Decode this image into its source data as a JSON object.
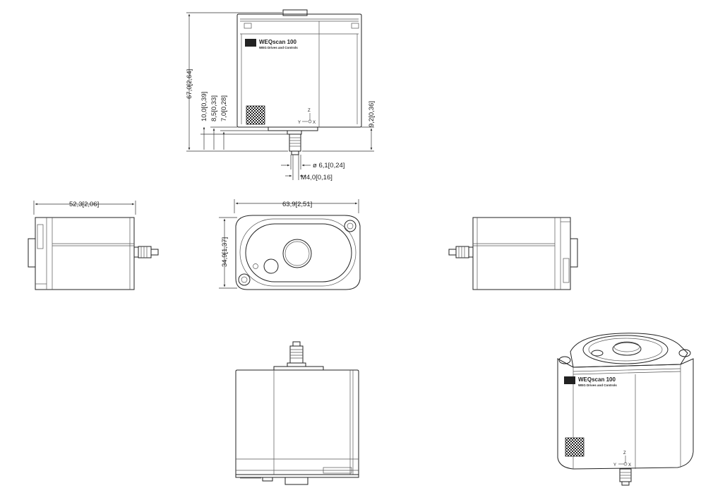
{
  "product": {
    "model_label": "WEQscan 100",
    "brand_label": "WEG Drives and Controls"
  },
  "dimensions": {
    "height_total": "67,0[2,64]",
    "dim_10": "10,0[0,39]",
    "dim_85": "8,5[0,33]",
    "dim_70": "7,0[0,28]",
    "dim_92": "9,2[0,36]",
    "shaft_diameter": "ø 6,1[0,24]",
    "thread": "M4,0[0,16]",
    "depth": "52,3[2,06]",
    "width": "63,9[2,51]",
    "side_height": "34,9[1,37]"
  },
  "axes": {
    "x": "X",
    "y": "Y",
    "z": "Z"
  },
  "colors": {
    "line": "#222222",
    "background": "#ffffff"
  }
}
